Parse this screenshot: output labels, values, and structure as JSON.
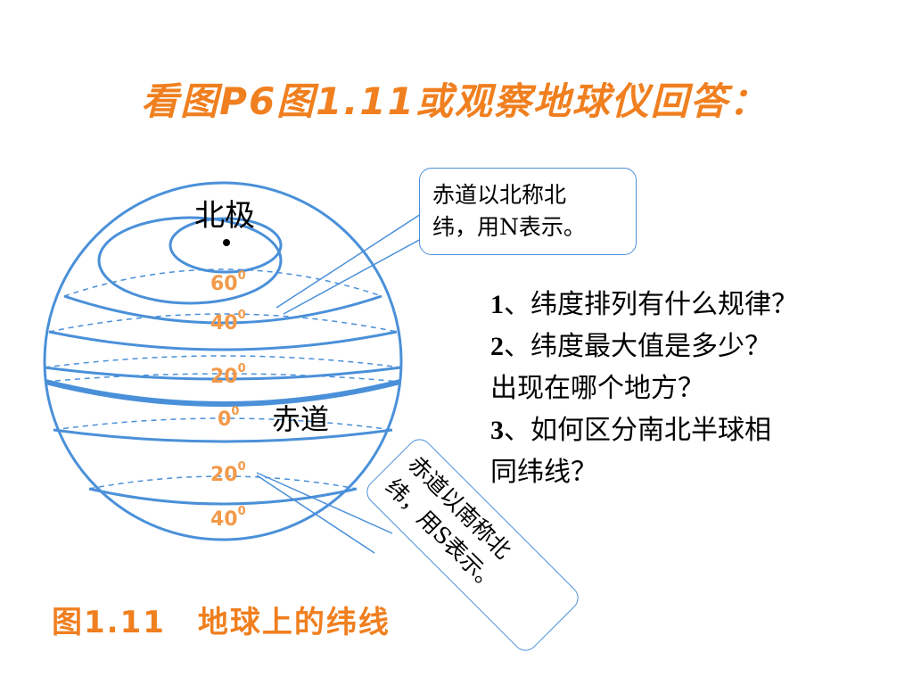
{
  "slide": {
    "title": "看图P6图1.11或观察地球仪回答：",
    "north_pole_label": "北极",
    "equator_label": "赤道",
    "latitudes": [
      {
        "deg": "60",
        "sup": "0"
      },
      {
        "deg": "40",
        "sup": "0"
      },
      {
        "deg": "20",
        "sup": "0"
      },
      {
        "deg": "0",
        "sup": "0"
      },
      {
        "deg": "20",
        "sup": "0"
      },
      {
        "deg": "40",
        "sup": "0"
      }
    ],
    "callout_north": {
      "line1": "赤道以北称北",
      "line2": "纬，用N表示。"
    },
    "callout_south": {
      "line1": "赤道以南称北",
      "line2": "纬，用S表示。"
    },
    "questions": [
      {
        "num": "1",
        "text": "、纬度排列有什么规律？"
      },
      {
        "num": "2",
        "text": "、纬度最大值是多少？"
      },
      {
        "num": "",
        "text": "出现在哪个地方？"
      },
      {
        "num": "3",
        "text": "、如何区分南北半球相"
      },
      {
        "num": "",
        "text": "同纬线？"
      }
    ],
    "caption": "图1.11　地球上的纬线"
  },
  "colors": {
    "line": "#4a90d9",
    "accent": "#f07f1f",
    "label": "#f29a4a"
  }
}
